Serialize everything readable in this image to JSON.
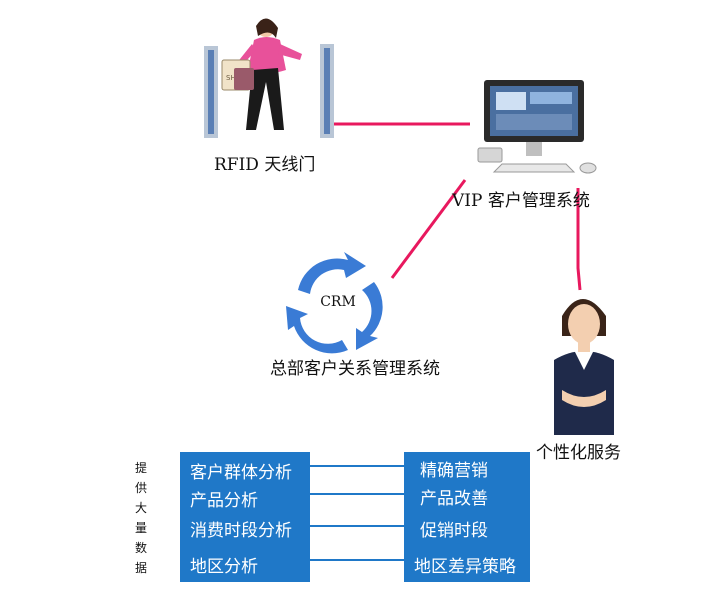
{
  "nodes": {
    "rfid_label": "RFID 天线门",
    "vip_label": "VIP 客户管理系统",
    "crm_label": "总部客户关系管理系统",
    "service_label": "个性化服务"
  },
  "crm_cycle": {
    "center": "CRM",
    "shop_sign": "SHOP"
  },
  "side_label_chars": [
    "提",
    "供",
    "大",
    "量",
    "数",
    "据"
  ],
  "left_box": [
    "客户群体分析",
    "产品分析",
    "消费时段分析",
    "地区分析"
  ],
  "right_box": [
    "精确营销",
    "产品改善",
    "促销时段",
    "地区差异策略"
  ],
  "colors": {
    "link": "#e8185e",
    "box": "#1f78c8",
    "box_link": "#1f78c8",
    "crm_ring": "#3a7bd5"
  }
}
